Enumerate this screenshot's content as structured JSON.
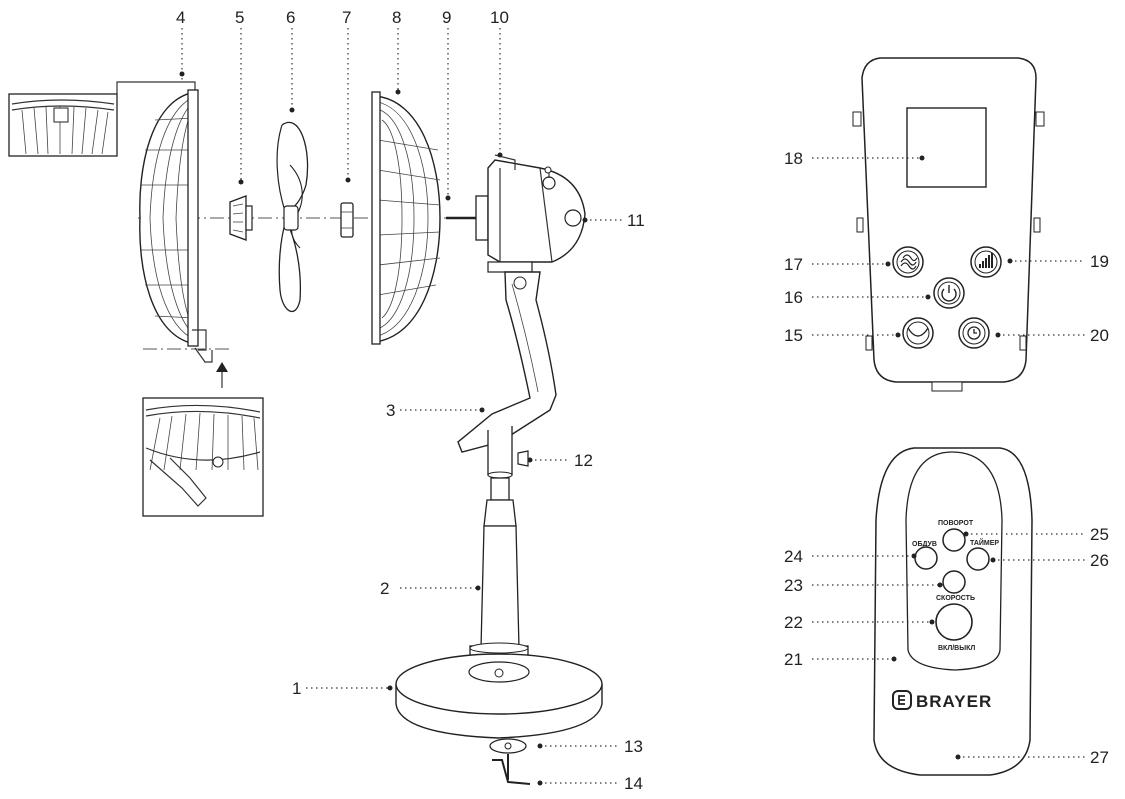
{
  "diagram": {
    "callouts": {
      "n1": "1",
      "n2": "2",
      "n3": "3",
      "n4": "4",
      "n5": "5",
      "n6": "6",
      "n7": "7",
      "n8": "8",
      "n9": "9",
      "n10": "10",
      "n11": "11",
      "n12": "12",
      "n13": "13",
      "n14": "14",
      "n15": "15",
      "n16": "16",
      "n17": "17",
      "n18": "18",
      "n19": "19",
      "n20": "20",
      "n21": "21",
      "n22": "22",
      "n23": "23",
      "n24": "24",
      "n25": "25",
      "n26": "26",
      "n27": "27"
    },
    "remote": {
      "btn_rotate": "ПОВОРОТ",
      "btn_mode": "ОБДУВ",
      "btn_timer": "ТАЙМЕР",
      "btn_speed": "СКОРОСТЬ",
      "btn_power": "ВКЛ/ВЫКЛ",
      "brand": "BRAYER"
    }
  }
}
